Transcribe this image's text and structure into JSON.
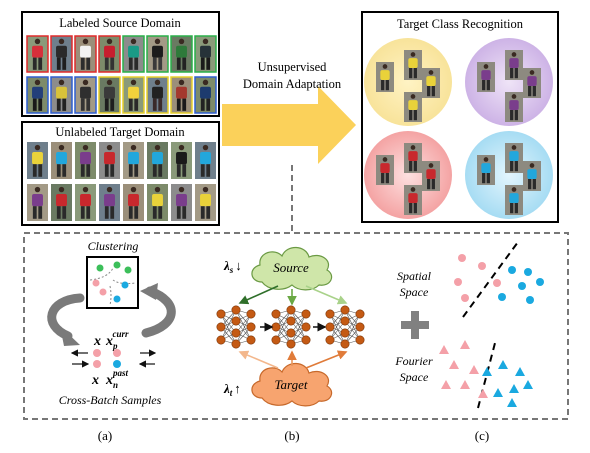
{
  "top": {
    "source_title": "Labeled Source Domain",
    "target_title": "Unlabeled Target Domain",
    "arrow_label_line1": "Unsupervised",
    "arrow_label_line2": "Domain Adaptation",
    "recognition_title": "Target Class Recognition"
  },
  "panel_a": {
    "clustering_label": "Clustering",
    "cross_batch_label": "Cross-Batch Samples",
    "x_symbol": "x",
    "x_p_base": "x",
    "x_p_sub": "p",
    "x_p_sup": "curr",
    "x_n_base": "x",
    "x_n_sub": "n",
    "x_n_sup": "past",
    "caption": "(a)"
  },
  "panel_b": {
    "lambda_s": "λ",
    "lambda_s_sub": "s",
    "lambda_s_arrow": "↓",
    "lambda_t": "λ",
    "lambda_t_sub": "t",
    "lambda_t_arrow": "↑",
    "source_label": "Source",
    "target_label": "Target",
    "caption": "(b)"
  },
  "panel_c": {
    "spatial_line1": "Spatial",
    "spatial_line2": "Space",
    "fourier_line1": "Fourier",
    "fourier_line2": "Space",
    "caption": "(c)"
  },
  "colors": {
    "pink": "#f4a0a8",
    "blue": "#1aa9e0",
    "green": "#3cbf5a",
    "arrow_yellow": "#fbd15a",
    "source_cloud": "#cfe6a9",
    "target_cloud": "#f7a46f",
    "neuron": "#c45a14",
    "gray_arrow": "#808080"
  },
  "icons": [
    "person-photo",
    "circular-arrow-icon",
    "plus-icon",
    "cloud-icon",
    "neural-network-icon"
  ]
}
